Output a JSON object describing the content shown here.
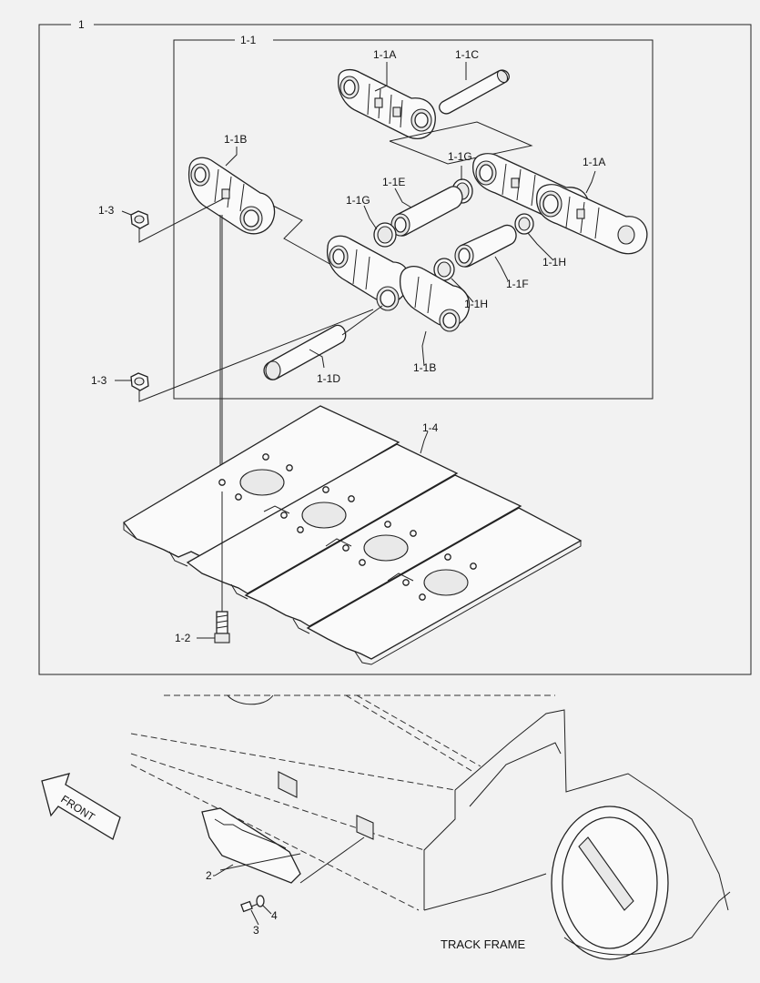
{
  "diagram": {
    "assembly_label": "1",
    "subassembly_label": "1-1",
    "callouts": {
      "link_a_top": "1-1A",
      "pin_c": "1-1C",
      "link_b_left": "1-1B",
      "spacer_g_top": "1-1G",
      "link_a_right": "1-1A",
      "bushing_e": "1-1E",
      "spacer_g_left": "1-1G",
      "nut_top": "1-3",
      "seal_h_right": "1-1H",
      "bushing_f": "1-1F",
      "seal_h_mid": "1-1H",
      "pin_d": "1-1D",
      "link_b_bottom": "1-1B",
      "nut_bottom": "1-3",
      "shoe": "1-4",
      "bolt": "1-2",
      "guard": "2",
      "bolt_small": "3",
      "washer": "4"
    },
    "front_arrow_text": "FRONT",
    "track_frame_label": "TRACK FRAME"
  }
}
